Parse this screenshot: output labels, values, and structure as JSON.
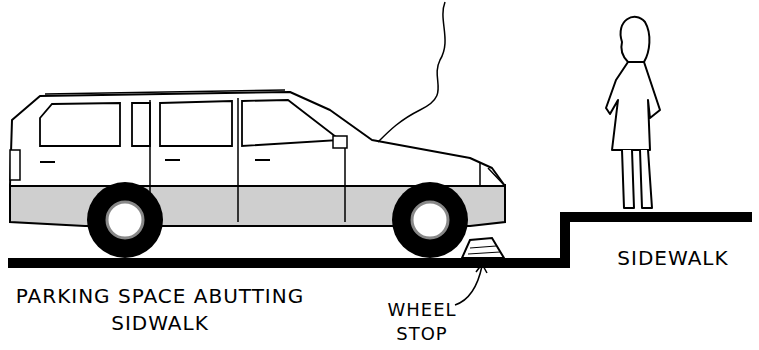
{
  "diagram": {
    "labels": [
      "PARKING SPACE ABUTTING SIDWALK",
      "WHEEL STOP",
      "SIDEWALK"
    ]
  }
}
